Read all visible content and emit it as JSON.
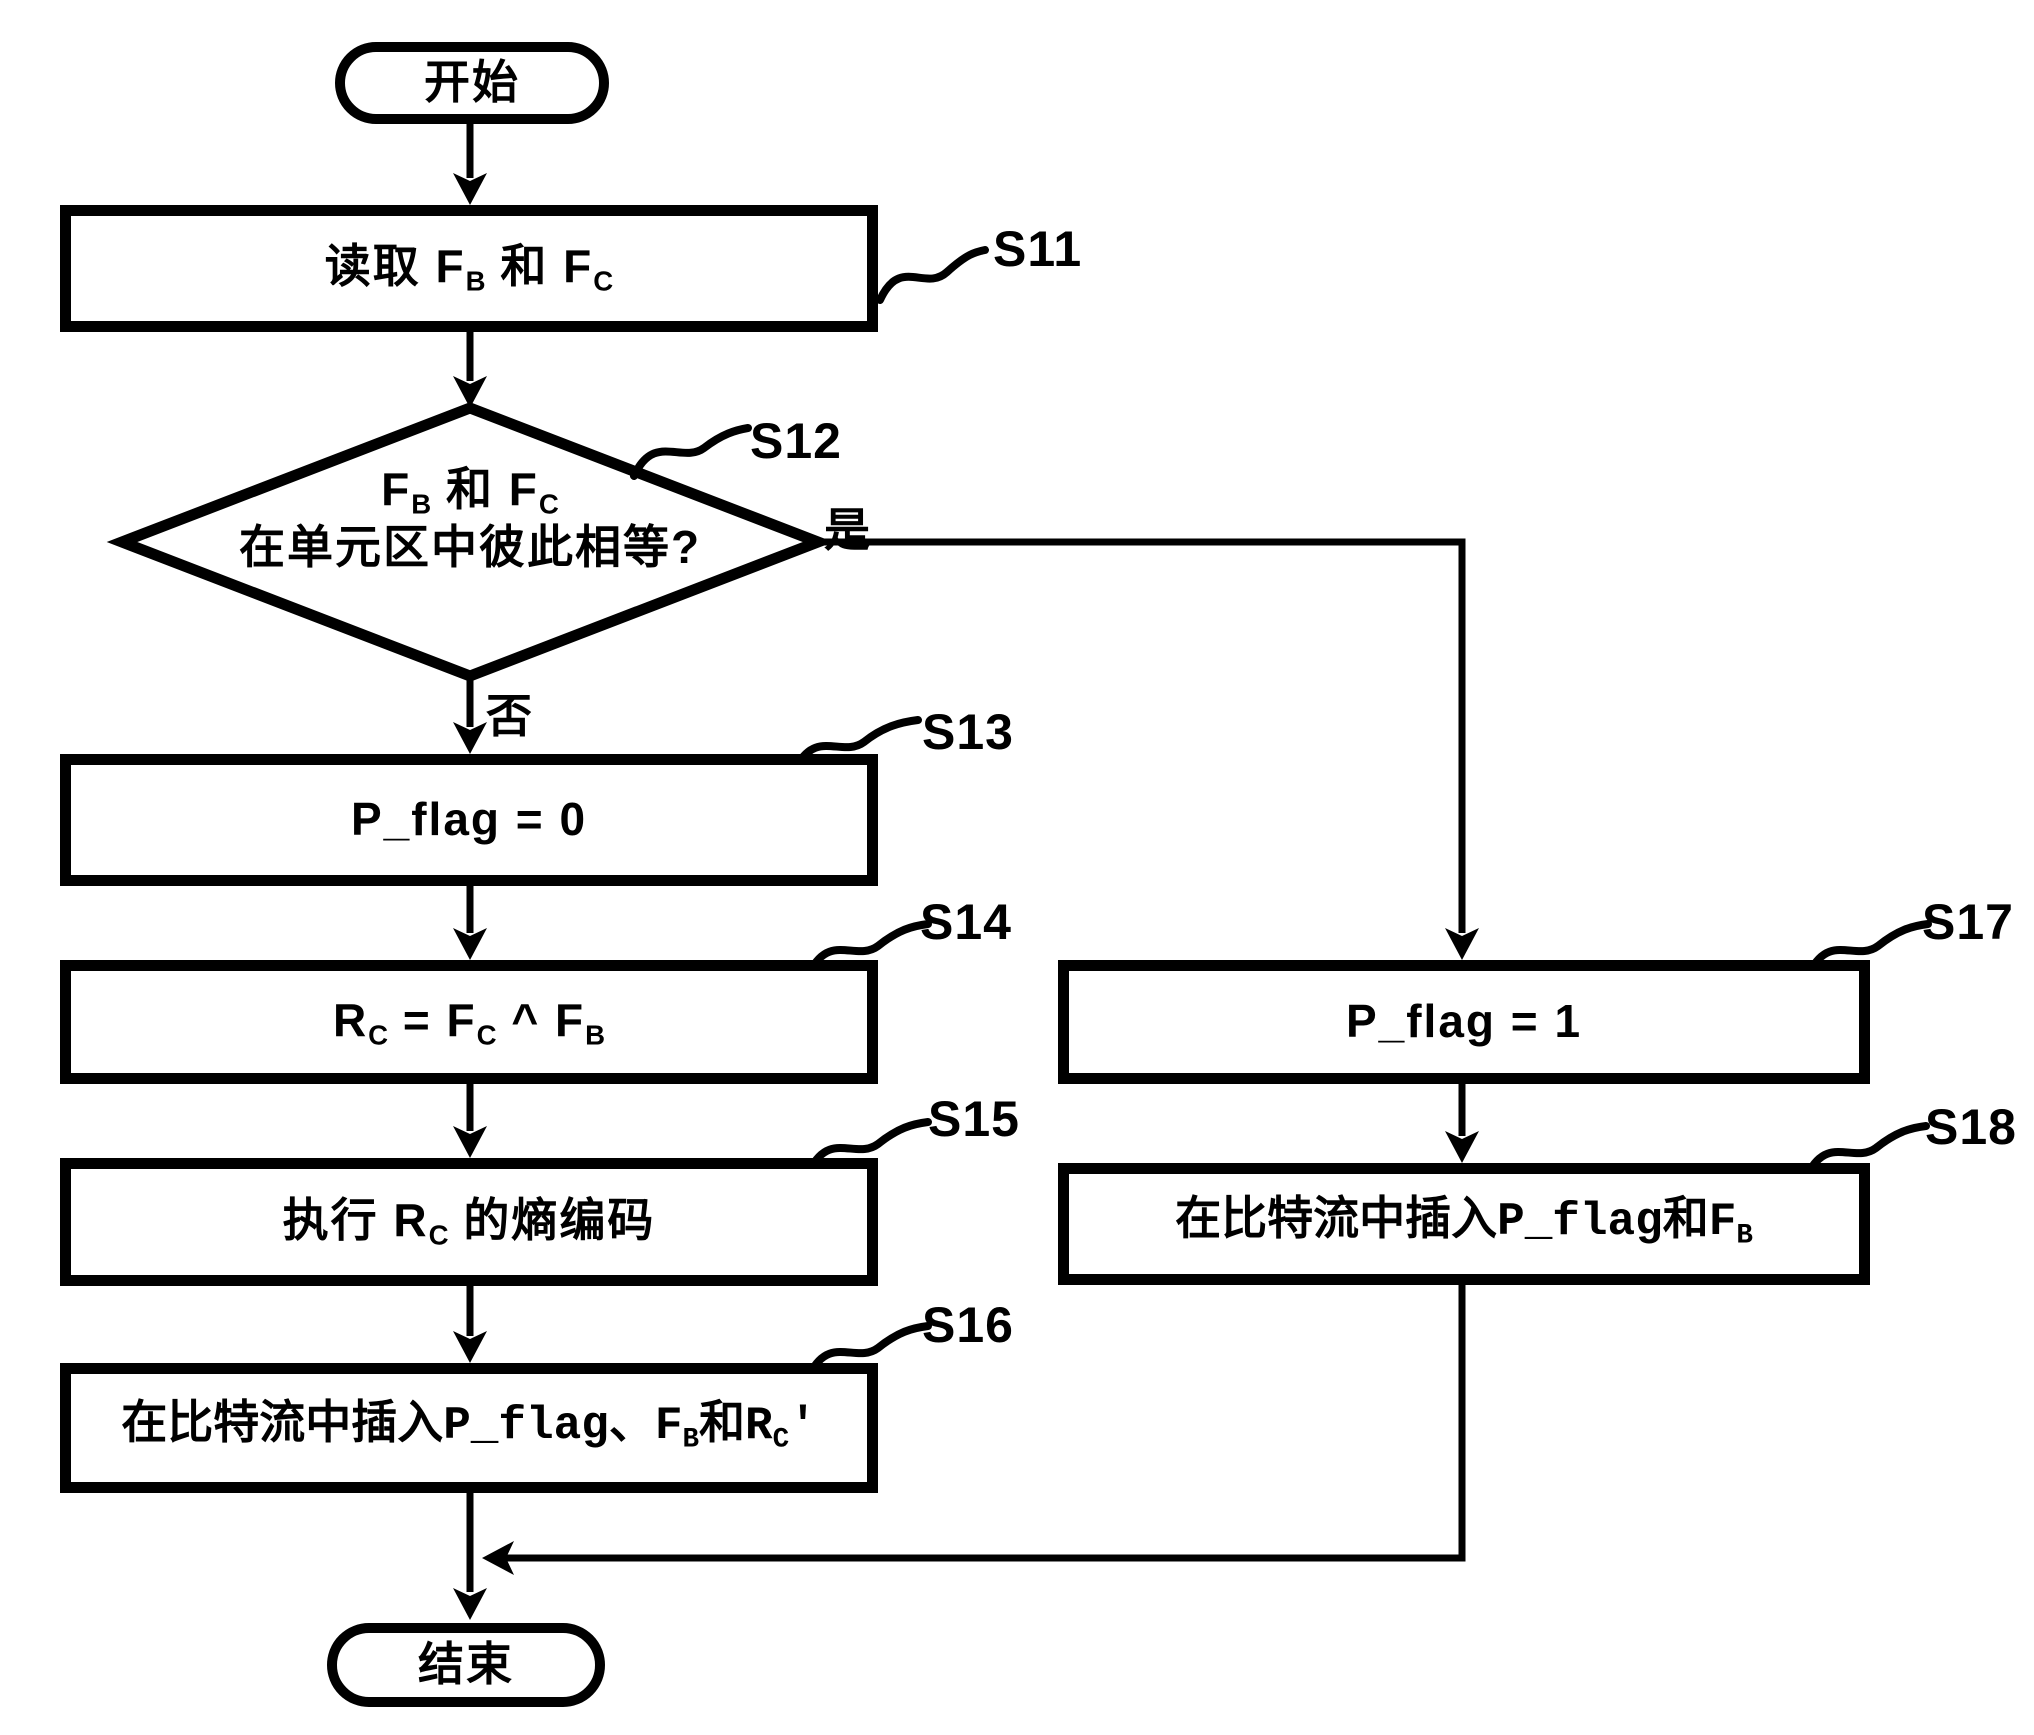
{
  "figure": {
    "type": "flowchart",
    "ink_color": "#000000",
    "background_color": "#ffffff",
    "nodes": {
      "start": {
        "shape": "terminator",
        "label": "开始"
      },
      "s11": {
        "shape": "process",
        "step": "S11",
        "text_parts": [
          "读取 F",
          "B",
          " 和 F",
          "C"
        ]
      },
      "s12": {
        "shape": "decision",
        "step": "S12",
        "line1_parts": [
          "F",
          "B",
          " 和 F",
          "C"
        ],
        "line2": "在单元区中彼此相等?"
      },
      "s13": {
        "shape": "process",
        "step": "S13",
        "text": "P_flag = 0"
      },
      "s14": {
        "shape": "process",
        "step": "S14",
        "text_parts": [
          "R",
          "C",
          " = F",
          "C",
          " ^ F",
          "B"
        ]
      },
      "s15": {
        "shape": "process",
        "step": "S15",
        "text_parts": [
          "执行 R",
          "C",
          " 的熵编码"
        ]
      },
      "s16": {
        "shape": "process",
        "step": "S16",
        "text_parts": [
          "在比特流中插入P_flag、F",
          "B",
          "和R",
          "C",
          "'"
        ]
      },
      "s17": {
        "shape": "process",
        "step": "S17",
        "text": "P_flag = 1"
      },
      "s18": {
        "shape": "process",
        "step": "S18",
        "text_parts": [
          "在比特流中插入P_flag和F",
          "B"
        ]
      },
      "end": {
        "shape": "terminator",
        "label": "结束"
      }
    },
    "branches": {
      "yes": "是",
      "no": "否"
    }
  }
}
